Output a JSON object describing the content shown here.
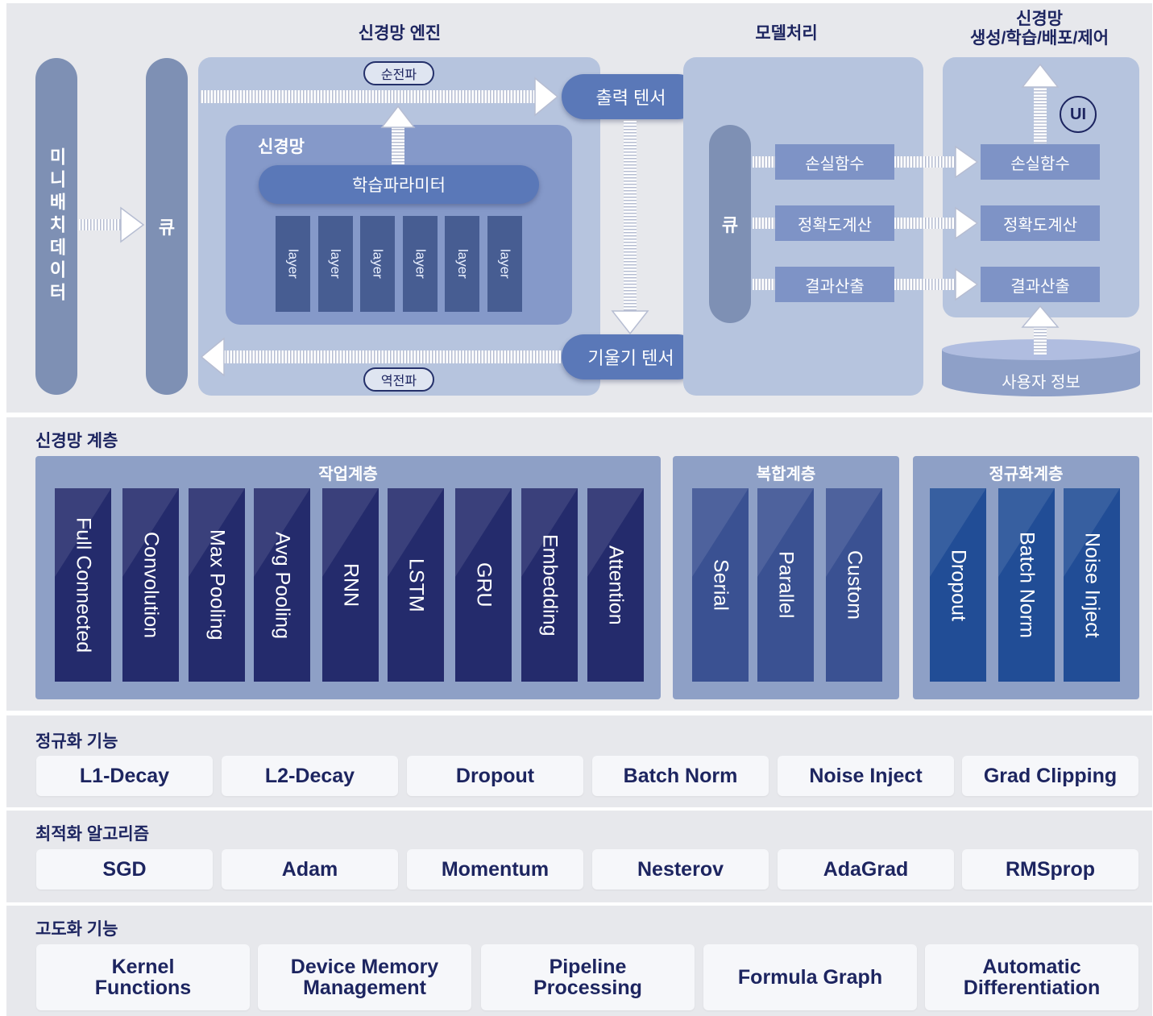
{
  "top": {
    "headers": {
      "engine": "신경망 엔진",
      "model": "모델처리",
      "deploy_line1": "신경망",
      "deploy_line2": "생성/학습/배포/제어"
    },
    "minibatch": "미니배치데이터",
    "queue": "큐",
    "engine": {
      "forward": "순전파",
      "backward": "역전파",
      "output_tensor": "출력 텐서",
      "gradient_tensor": "기울기 텐서",
      "nn_label": "신경망",
      "learning_params": "학습파라미터",
      "layers": [
        "layer",
        "layer",
        "layer",
        "layer",
        "layer",
        "layer"
      ]
    },
    "model": {
      "queue": "큐",
      "items": [
        "손실함수",
        "정확도계산",
        "결과산출"
      ]
    },
    "deploy": {
      "ui": "UI",
      "items": [
        "손실함수",
        "정확도계산",
        "결과산출"
      ],
      "user_info": "사용자 정보"
    }
  },
  "layers_section": {
    "title": "신경망 계층",
    "groups": [
      {
        "title": "작업계층",
        "items": [
          "Full Connected",
          "Convolution",
          "Max Pooling",
          "Avg Pooling",
          "RNN",
          "LSTM",
          "GRU",
          "Embedding",
          "Attention"
        ]
      },
      {
        "title": "복합계층",
        "items": [
          "Serial",
          "Parallel",
          "Custom"
        ]
      },
      {
        "title": "정규화계층",
        "items": [
          "Dropout",
          "Batch Norm",
          "Noise Inject"
        ]
      }
    ]
  },
  "regularization": {
    "title": "정규화 기능",
    "items": [
      "L1-Decay",
      "L2-Decay",
      "Dropout",
      "Batch Norm",
      "Noise Inject",
      "Grad Clipping"
    ]
  },
  "optimizers": {
    "title": "최적화 알고리즘",
    "items": [
      "SGD",
      "Adam",
      "Momentum",
      "Nesterov",
      "AdaGrad",
      "RMSprop"
    ]
  },
  "advanced": {
    "title": "고도화 기능",
    "items": [
      {
        "l1": "Kernel",
        "l2": "Functions"
      },
      {
        "l1": "Device Memory",
        "l2": "Management"
      },
      {
        "l1": "Pipeline",
        "l2": "Processing"
      },
      {
        "l1": "Formula Graph",
        "l2": ""
      },
      {
        "l1": "Automatic",
        "l2": "Differentiation"
      }
    ]
  },
  "colors": {
    "panel": "#e7e8ec",
    "work_layer": "#242b6c",
    "composite_layer": "#3a5192",
    "norm_layer": "#214d96",
    "accent_pill": "#5a78b8"
  }
}
